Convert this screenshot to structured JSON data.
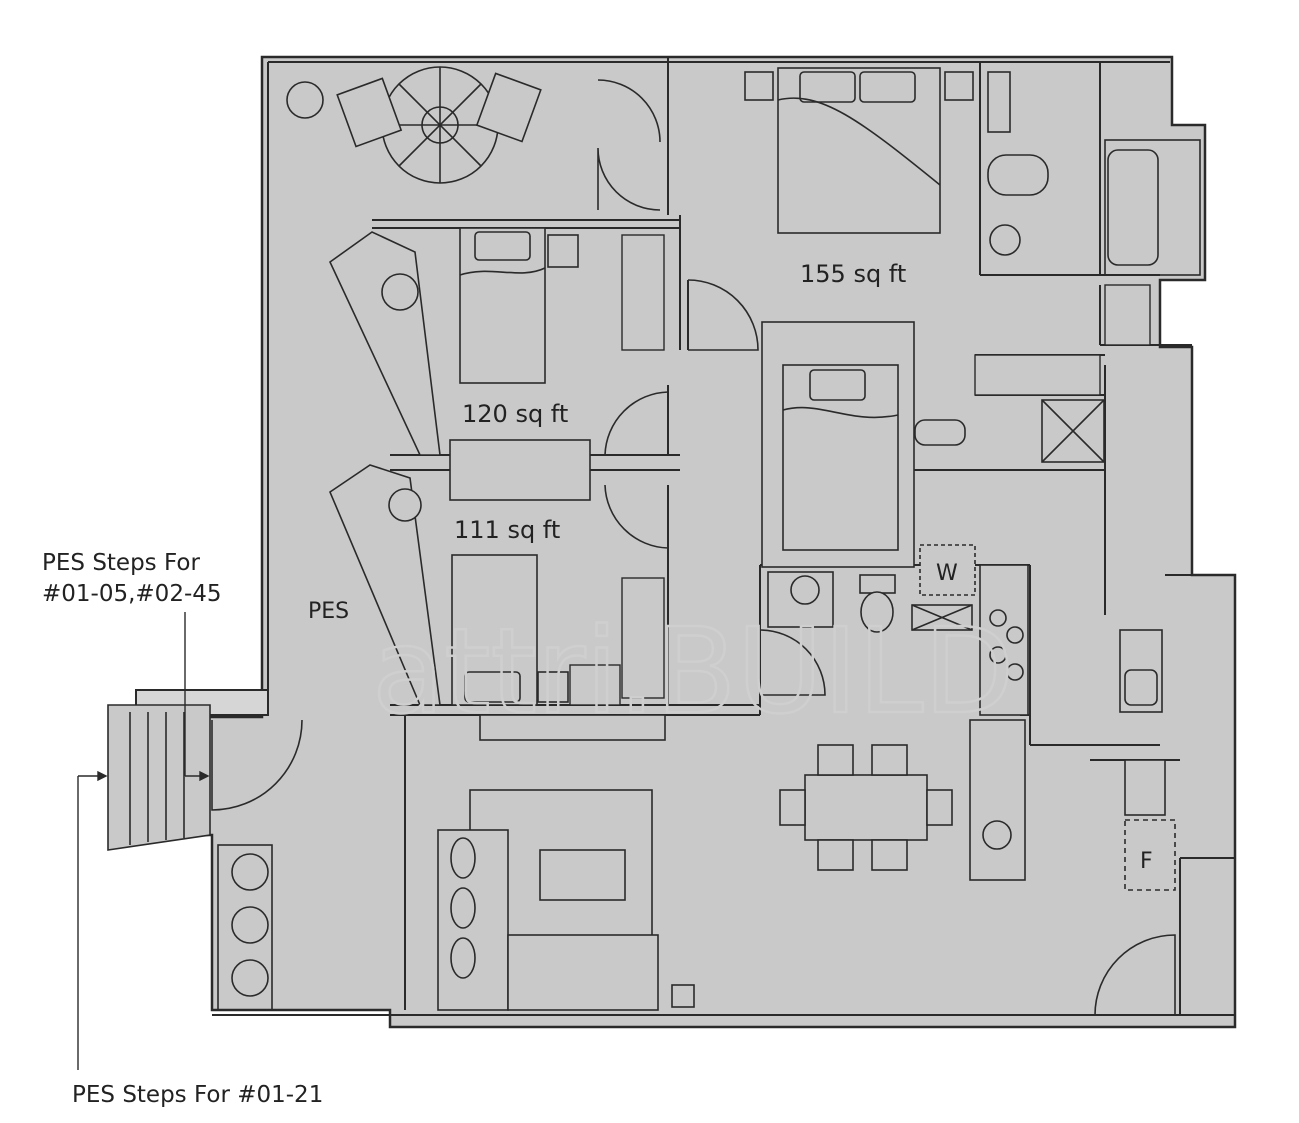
{
  "plan": {
    "rooms": {
      "master_bedroom": "155 sq ft",
      "bedroom_2": "120 sq ft",
      "bedroom_3": "111 sq ft",
      "pes": "PES"
    },
    "fixtures": {
      "washer": "W",
      "fridge": "F"
    },
    "annotations": {
      "steps_a_line1": "PES Steps For",
      "steps_a_line2": "#01-05,#02-45",
      "steps_b": "PES Steps For #01-21"
    },
    "watermark": "attri.BUILD",
    "colors": {
      "floor": "#c9c9c9",
      "wall": "#2a2a2a",
      "furniture": "#bdbdbd",
      "background": "#ffffff"
    }
  }
}
